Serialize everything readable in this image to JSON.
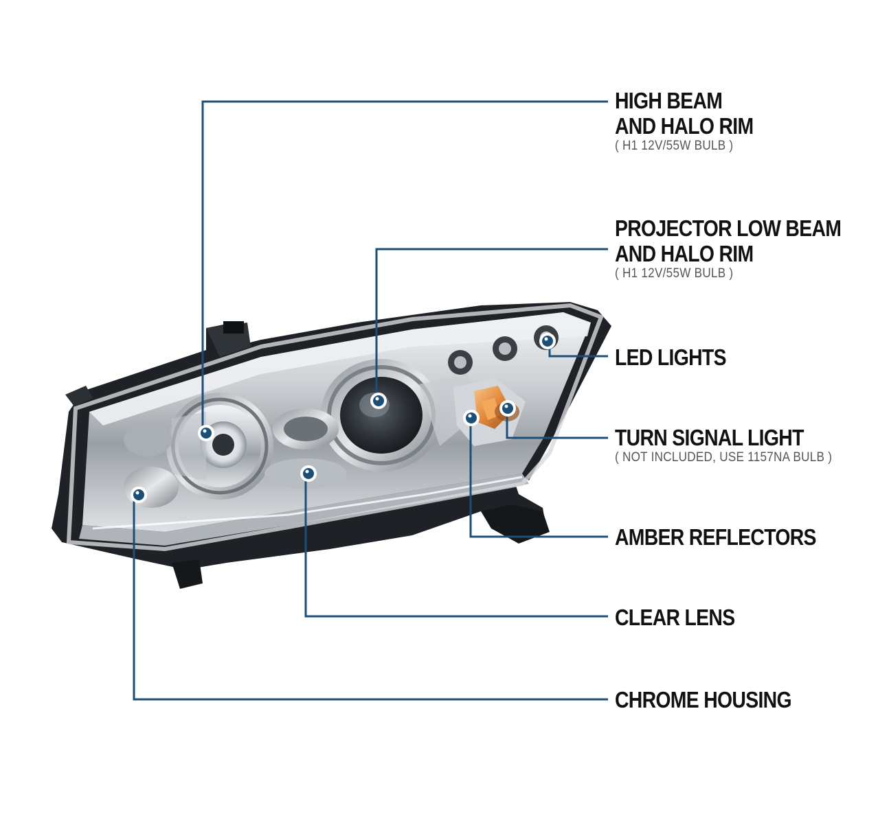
{
  "colors": {
    "callout_line": "#1c4f78",
    "marker_fill": "#1c4f78",
    "marker_ring": "#ffffff",
    "label_text": "#111111",
    "note_text": "#555555"
  },
  "image": {
    "subject": "chrome-headlight-assembly"
  },
  "callouts": [
    {
      "id": "high-beam",
      "title_lines": [
        "HIGH BEAM",
        "AND HALO RIM"
      ],
      "note": "( H1 12V/55W BULB )"
    },
    {
      "id": "projector-low-beam",
      "title_lines": [
        "PROJECTOR LOW BEAM",
        "AND HALO RIM"
      ],
      "note": "( H1 12V/55W BULB )"
    },
    {
      "id": "led-lights",
      "title_lines": [
        "LED LIGHTS"
      ],
      "note": ""
    },
    {
      "id": "turn-signal-light",
      "title_lines": [
        "TURN SIGNAL LIGHT"
      ],
      "note": "( NOT INCLUDED, USE 1157NA BULB )"
    },
    {
      "id": "amber-reflectors",
      "title_lines": [
        "AMBER REFLECTORS"
      ],
      "note": ""
    },
    {
      "id": "clear-lens",
      "title_lines": [
        "CLEAR LENS"
      ],
      "note": ""
    },
    {
      "id": "chrome-housing",
      "title_lines": [
        "CHROME HOUSING"
      ],
      "note": ""
    }
  ]
}
